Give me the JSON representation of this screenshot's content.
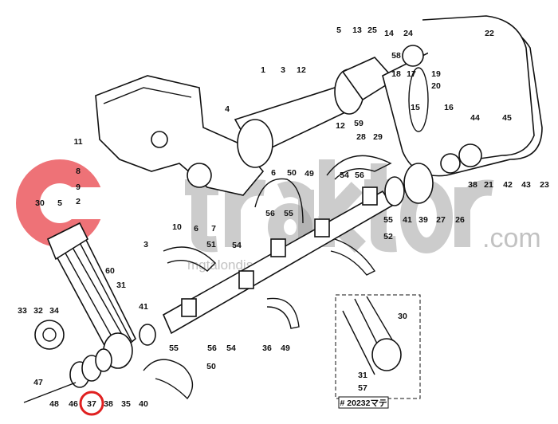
{
  "watermark": {
    "brand": "traktor",
    "domain": ".com",
    "subtitle": "mgtalondis",
    "logo_color": "#e8434a"
  },
  "highlight": {
    "part": "37",
    "color": "#e02020"
  },
  "inset": {
    "code": "# 20232マテ",
    "labels": [
      "30",
      "31",
      "57"
    ]
  },
  "labels": [
    "1",
    "3",
    "12",
    "5",
    "13",
    "25",
    "14",
    "24",
    "58",
    "22",
    "18",
    "17",
    "19",
    "20",
    "15",
    "16",
    "59",
    "12",
    "4",
    "44",
    "45",
    "28",
    "29",
    "11",
    "8",
    "9",
    "2",
    "30",
    "5",
    "6",
    "50",
    "49",
    "54",
    "56",
    "10",
    "6",
    "7",
    "51",
    "54",
    "56",
    "55",
    "55",
    "41",
    "39",
    "27",
    "26",
    "38",
    "21",
    "42",
    "43",
    "23",
    "52",
    "3",
    "60",
    "31",
    "41",
    "33",
    "32",
    "34",
    "55",
    "56",
    "54",
    "36",
    "49",
    "50",
    "47",
    "48",
    "46",
    "37",
    "38",
    "35",
    "40"
  ]
}
